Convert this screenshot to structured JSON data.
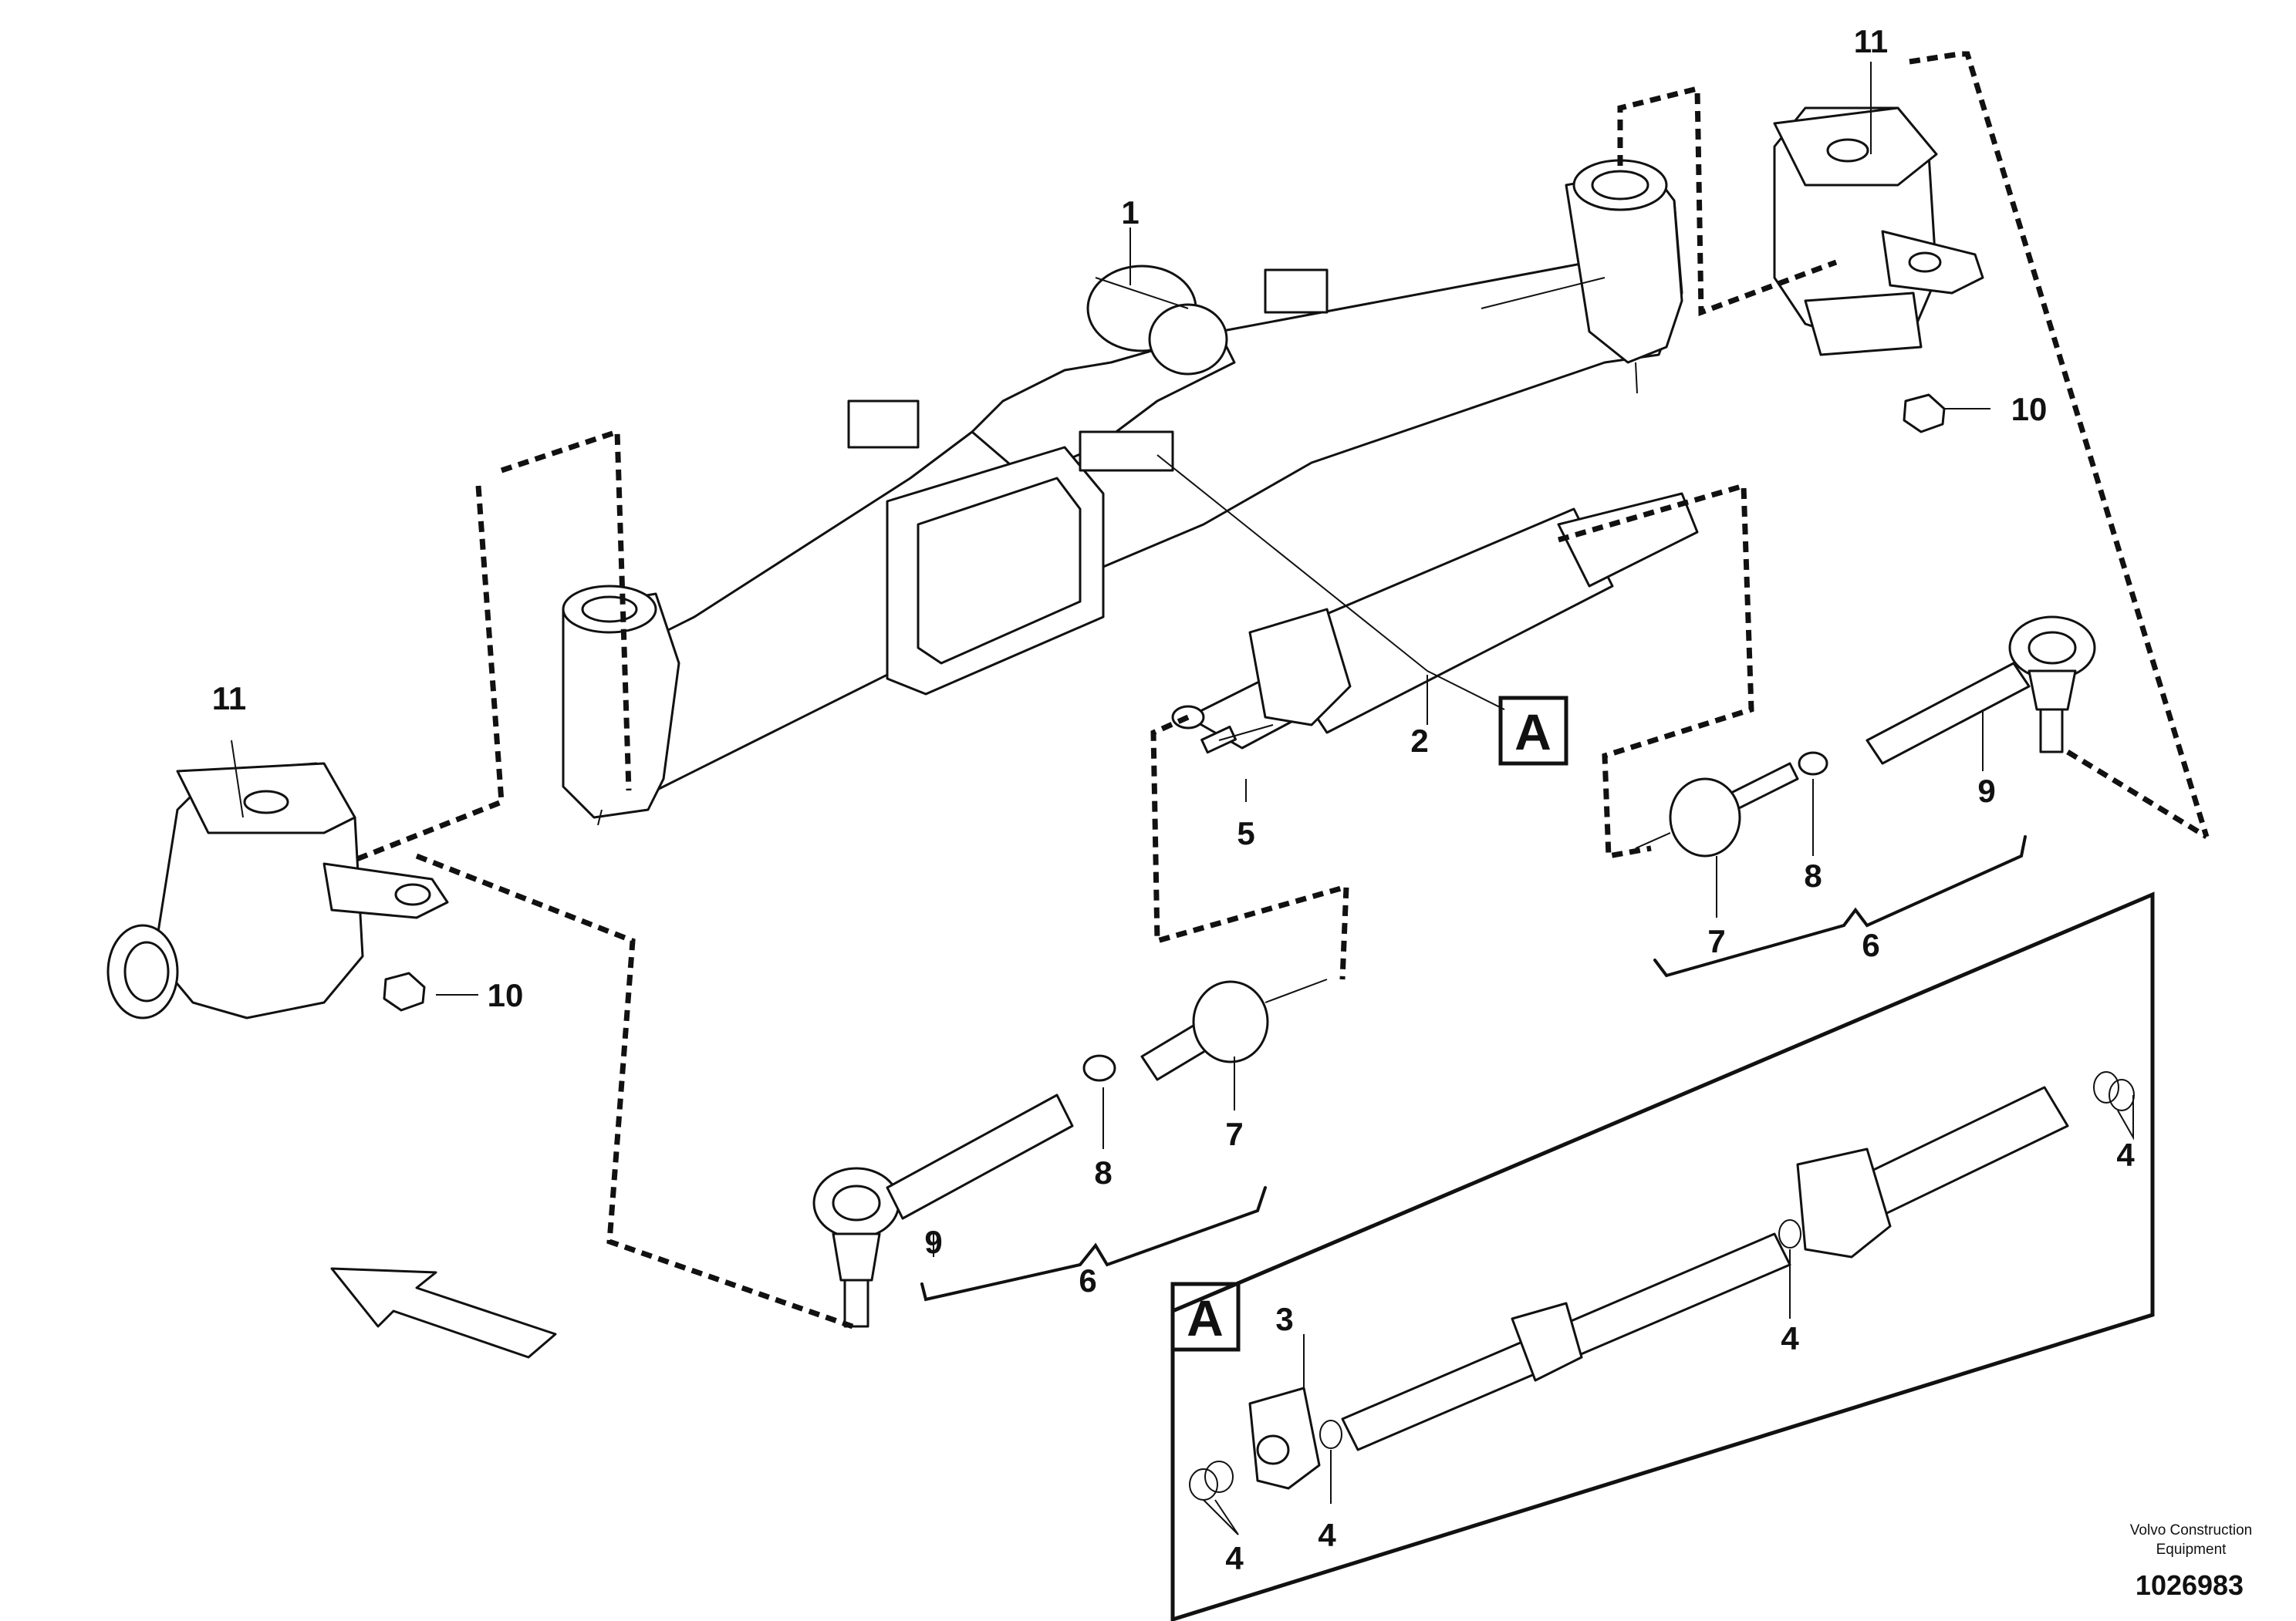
{
  "callouts": {
    "c1": "1",
    "c2": "2",
    "c3": "3",
    "c4a": "4",
    "c4b": "4",
    "c4c": "4",
    "c4d": "4",
    "c4e": "4",
    "c5": "5",
    "c6a": "6",
    "c6b": "6",
    "c7a": "7",
    "c7b": "7",
    "c8a": "8",
    "c8b": "8",
    "c9a": "9",
    "c9b": "9",
    "c10a": "10",
    "c10b": "10",
    "c11a": "11",
    "c11b": "11"
  },
  "detail_label": "A",
  "detail_label_ref": "A",
  "credit": {
    "line1": "Volvo Construction",
    "line2": "Equipment"
  },
  "doc_number": "1026983"
}
